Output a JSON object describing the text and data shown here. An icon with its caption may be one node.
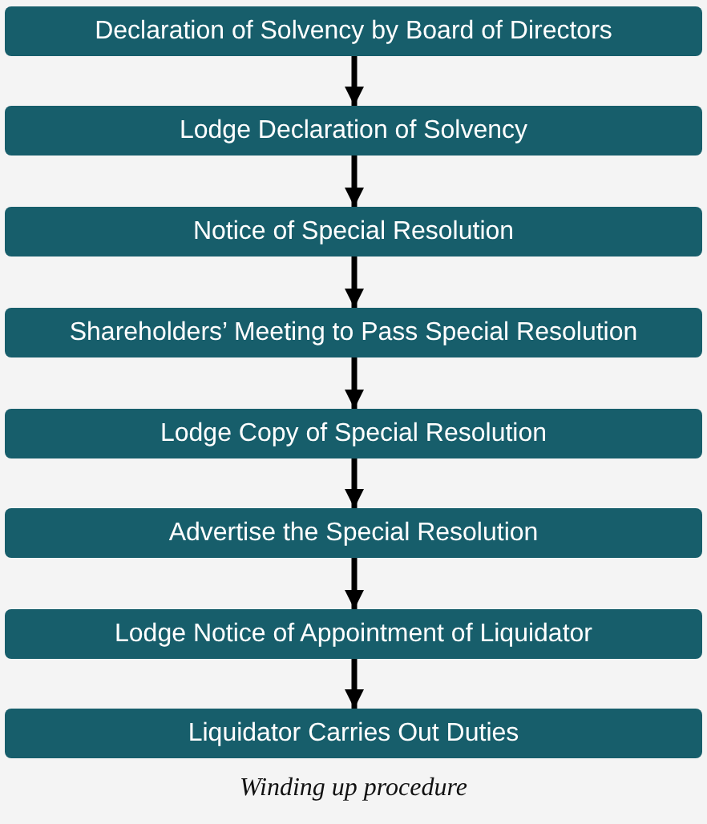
{
  "diagram": {
    "caption": "Winding up procedure",
    "nodes": [
      {
        "text": [
          "Declaration of Solvency by Board of Directors"
        ]
      },
      {
        "text": [
          "Lodge Declaration of Solvency"
        ]
      },
      {
        "text": [
          "Notice of Special Resolution"
        ]
      },
      {
        "text": [
          "Shareholders’ Meeting to Pass Special Resolution"
        ]
      },
      {
        "text": [
          "Lodge Copy of Special Resolution"
        ]
      },
      {
        "text": [
          "Advertise the Special Resolution"
        ]
      },
      {
        "text": [
          "Lodge Notice of Appointment of Liquidator"
        ]
      },
      {
        "text": [
          "Liquidator Carries Out Duties"
        ]
      }
    ],
    "edges": [
      {
        "from": 0,
        "to": 1,
        "arrow": "to"
      },
      {
        "from": 1,
        "to": 2,
        "arrow": "to"
      },
      {
        "from": 2,
        "to": 3,
        "arrow": "to"
      },
      {
        "from": 3,
        "to": 4,
        "arrow": "to"
      },
      {
        "from": 4,
        "to": 5,
        "arrow": "to"
      },
      {
        "from": 5,
        "to": 6,
        "arrow": "to"
      },
      {
        "from": 6,
        "to": 7,
        "arrow": "to"
      }
    ]
  }
}
